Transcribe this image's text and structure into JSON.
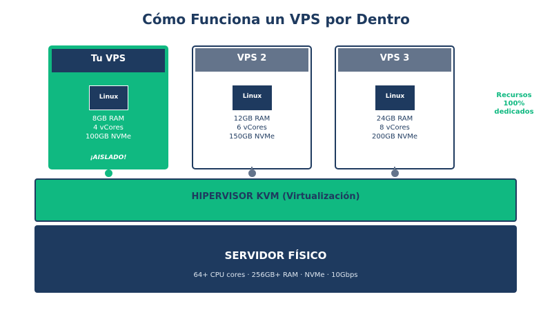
{
  "title": "Cómo Funciona un VPS por Dentro",
  "vps": [
    {
      "name": "Tu VPS",
      "os": "Linux",
      "ram": "8GB RAM",
      "cpu": "4 vCores",
      "disk": "100GB NVMe",
      "tag": "¡AISLADO!"
    },
    {
      "name": "VPS 2",
      "os": "Linux",
      "ram": "12GB RAM",
      "cpu": "6 vCores",
      "disk": "150GB NVMe"
    },
    {
      "name": "VPS 3",
      "os": "Linux",
      "ram": "24GB RAM",
      "cpu": "8 vCores",
      "disk": "200GB NVMe"
    }
  ],
  "side_note": {
    "line1": "Recursos",
    "line2": "100%",
    "line3": "dedicados"
  },
  "hypervisor": {
    "label": "HIPERVISOR KVM (Virtualización)"
  },
  "server": {
    "title": "SERVIDOR FÍSICO",
    "specs": "64+ CPU cores · 256GB+ RAM · NVMe · 10Gbps"
  },
  "colors": {
    "navy": "#1e3a5f",
    "green": "#10b981",
    "slate": "#64748b"
  }
}
